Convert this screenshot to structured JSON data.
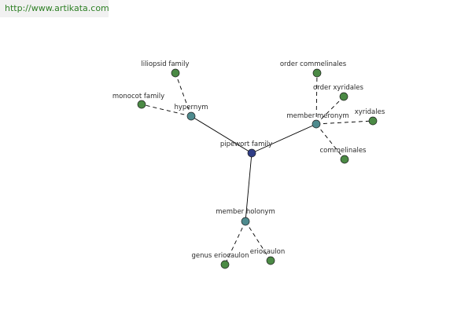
{
  "watermark": {
    "text": "http://www.artikata.com"
  },
  "colors": {
    "center": "#2f3d86",
    "relation": "#4f8b8e",
    "leaf": "#4b8a45",
    "edge": "#000000",
    "node_stroke": "#1f1f1f"
  },
  "graph": {
    "center": {
      "id": "pipewort",
      "label": "pipewort family",
      "kind": "center"
    },
    "relations": [
      {
        "id": "hypernym",
        "label": "hypernym",
        "kind": "relation"
      },
      {
        "id": "member-meronym",
        "label": "member meronym",
        "kind": "relation"
      },
      {
        "id": "member-holonym",
        "label": "member holonym",
        "kind": "relation"
      }
    ],
    "leaves": [
      {
        "id": "liliopsid-family",
        "label": "liliopsid family",
        "parent": "hypernym"
      },
      {
        "id": "monocot-family",
        "label": "monocot family",
        "parent": "hypernym"
      },
      {
        "id": "order-commelinales",
        "label": "order commelinales",
        "parent": "member-meronym"
      },
      {
        "id": "order-xyridales",
        "label": "order xyridales",
        "parent": "member-meronym"
      },
      {
        "id": "xyridales",
        "label": "xyridales",
        "parent": "member-meronym"
      },
      {
        "id": "commelinales",
        "label": "commelinales",
        "parent": "member-meronym"
      },
      {
        "id": "genus-eriocaulon",
        "label": "genus eriocaulon",
        "parent": "member-holonym"
      },
      {
        "id": "eriocaulon",
        "label": "eriocaulon",
        "parent": "member-holonym"
      }
    ]
  }
}
